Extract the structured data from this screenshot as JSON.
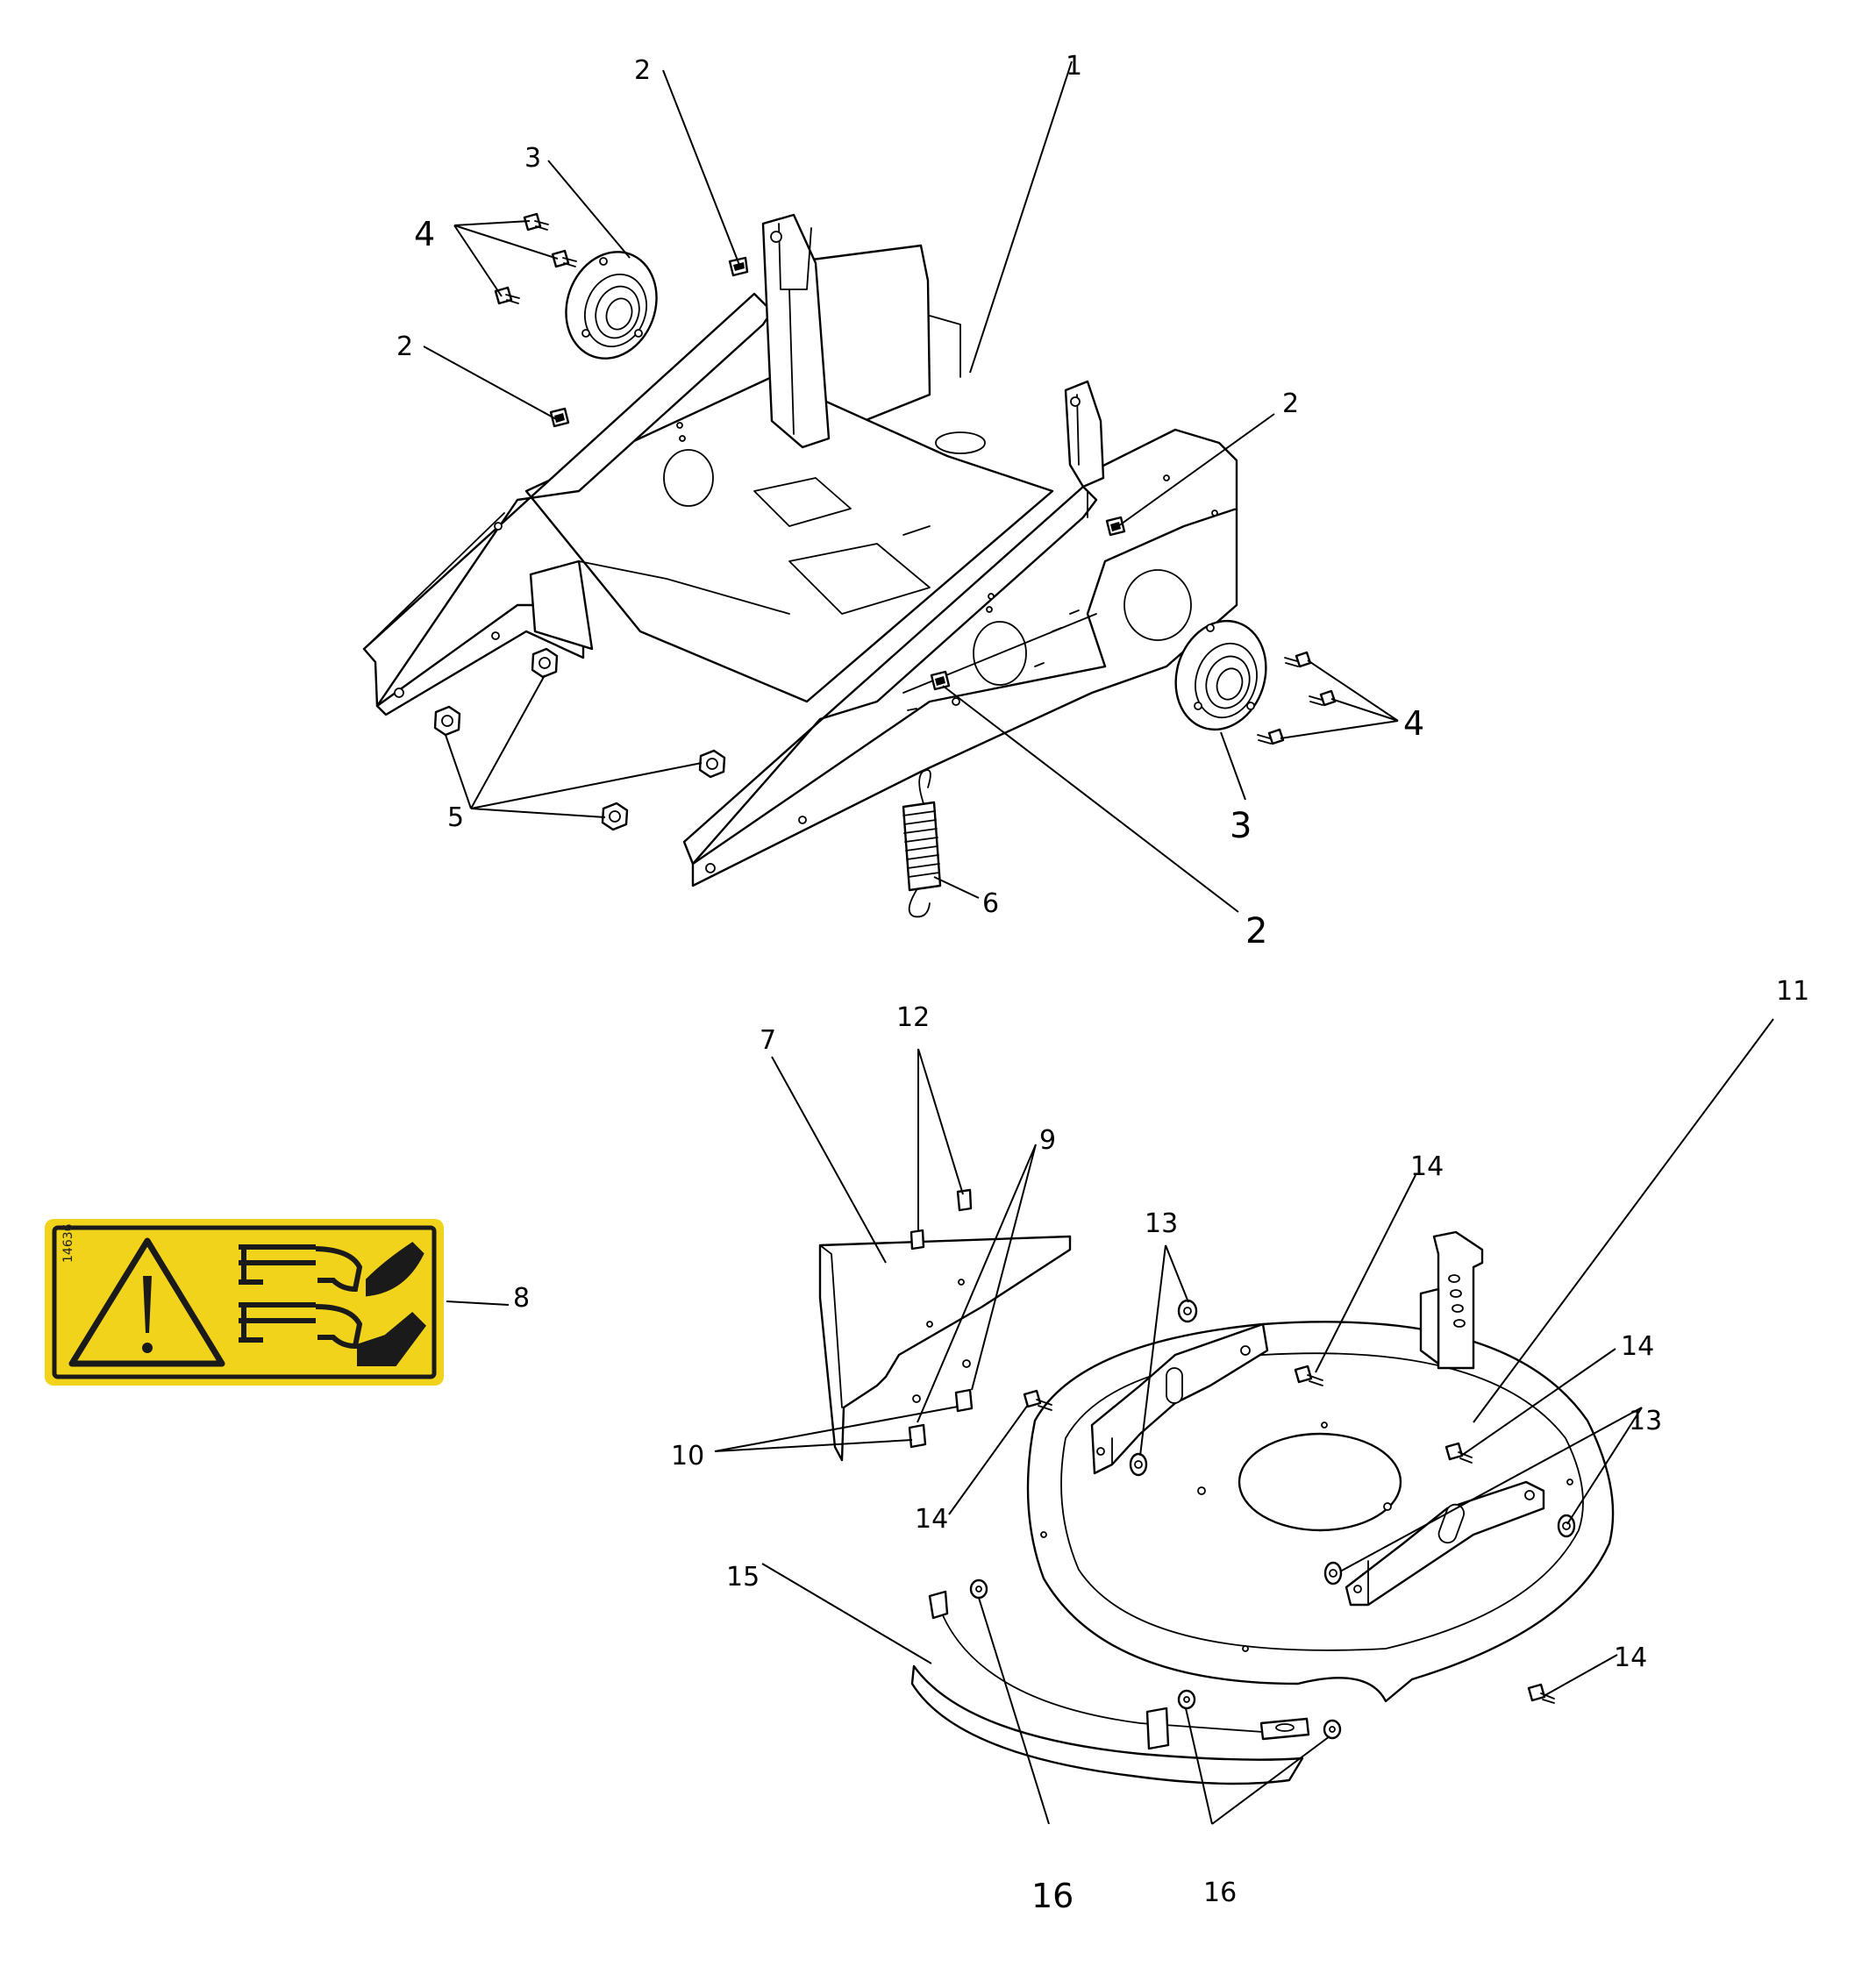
{
  "callouts": {
    "c1": "1",
    "c2a": "2",
    "c2b": "2",
    "c2c": "2",
    "c2d": "2",
    "c3a": "3",
    "c3b": "3",
    "c4a": "4",
    "c4b": "4",
    "c5": "5",
    "c6": "6",
    "c7": "7",
    "c8": "8",
    "c9": "9",
    "c10": "10",
    "c11": "11",
    "c12": "12",
    "c13a": "13",
    "c13b": "13",
    "c14a": "14",
    "c14b": "14",
    "c14c": "14",
    "c14d": "14",
    "c15": "15",
    "c16a": "16",
    "c16b": "16"
  },
  "decal": {
    "code": "14636",
    "background": "#f2d31c",
    "border": "#1a1a1a"
  },
  "colors": {
    "line": "#000000",
    "paper": "#ffffff"
  }
}
